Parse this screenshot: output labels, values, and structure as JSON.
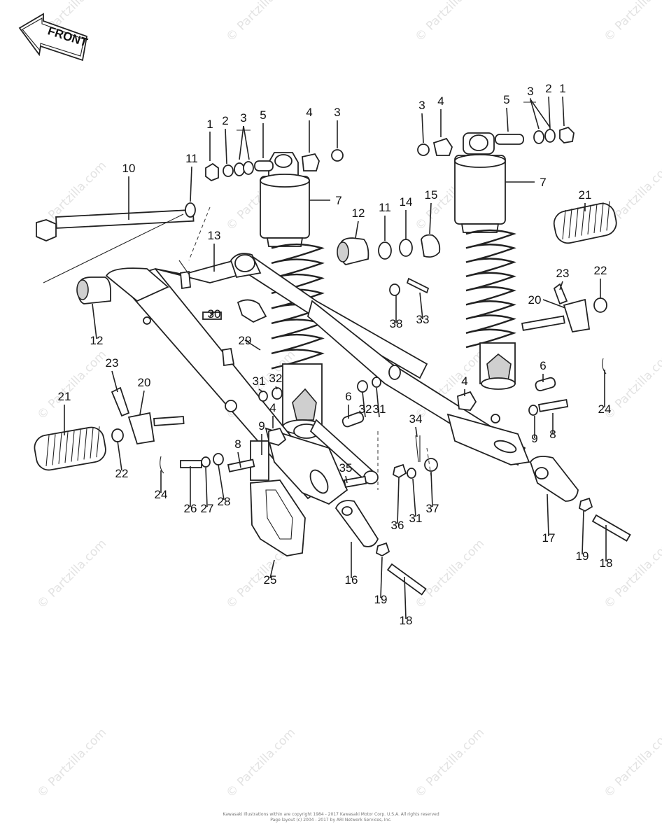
{
  "front_arrow": {
    "label": "FRONT"
  },
  "watermark": "© Partzilla.com",
  "copyright": [
    "Kawasaki Illustrations within are copyright 1984 - 2017 Kawasaki Motor Corp. U.S.A. All rights reserved",
    "Page layout (c) 2004 - 2017 by ARI Network Services, Inc."
  ],
  "callouts": [
    "1",
    "2",
    "3",
    "4",
    "5",
    "6",
    "7",
    "8",
    "9",
    "10",
    "11",
    "12",
    "13",
    "14",
    "15",
    "16",
    "17",
    "18",
    "19",
    "20",
    "21",
    "22",
    "23",
    "24",
    "25",
    "26",
    "27",
    "28",
    "29",
    "30",
    "31",
    "32",
    "33",
    "34",
    "35",
    "36",
    "37",
    "38"
  ]
}
